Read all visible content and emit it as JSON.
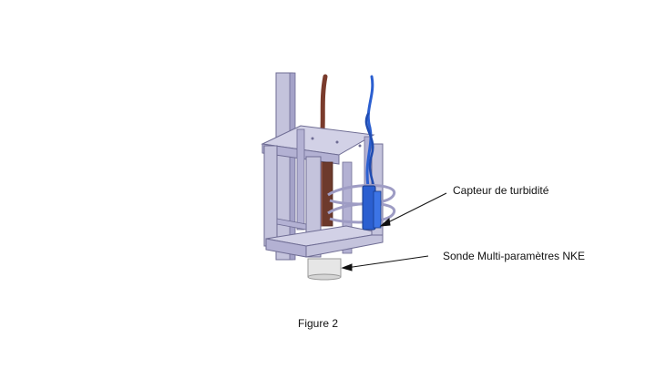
{
  "labels": {
    "turbidity_sensor": "Capteur de turbidité",
    "multiparameter_probe": "Sonde Multi-paramètres NKE"
  },
  "caption": "Figure 2",
  "colors": {
    "frame": "#c4c3dc",
    "frame_dark": "#9e9cc4",
    "frame_edge": "#6f6d94",
    "cable_brown": "#7a3b2c",
    "cable_blue": "#2b5fd0",
    "probe_body": "#e6e6e6"
  }
}
